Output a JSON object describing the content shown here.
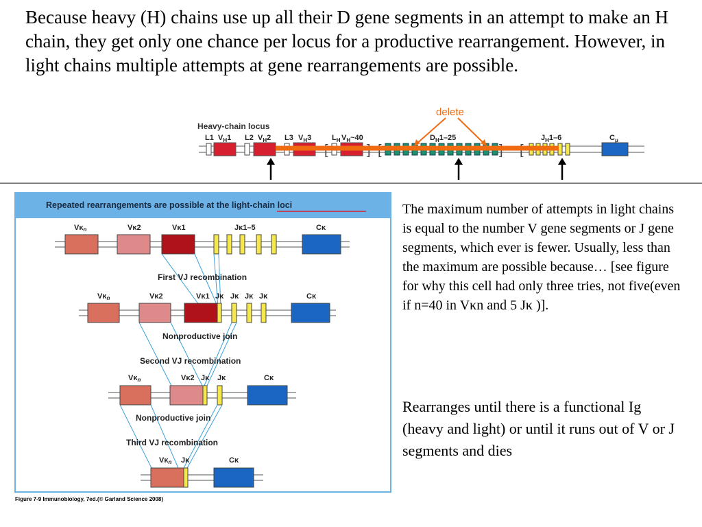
{
  "title": "Because heavy (H) chains use up all their D gene segments in an attempt to make an H chain, they get only one chance per locus for a productive rearrangement.  However, in light chains multiple attempts at gene rearrangements are possible.",
  "side_text_1": "The maximum number of attempts in light chains is equal to the number V gene segments or J gene segments, which ever is fewer.  Usually, less than the maximum are possible because… [see figure for why this cell had only three tries, not five(even if n=40 in Vκn and 5 Jκ )].",
  "side_text_2": "Rearranges until there is a functional Ig (heavy and light) or until it runs out of V or J segments and dies",
  "heavy_locus": {
    "title": "Heavy-chain locus",
    "delete_label": "delete",
    "labels": {
      "l1": "L1",
      "vh1": "V",
      "vh1_sub": "H",
      "vh1_num": "1",
      "l2": "L2",
      "vh2": "V",
      "vh2_sub": "H",
      "vh2_num": "2",
      "l3": "L3",
      "vh3": "V",
      "vh3_sub": "H",
      "vh3_num": "3",
      "lh": "L",
      "lh_sub": "H",
      "vhn": "V",
      "vhn_sub": "H",
      "vhn_num": "~40",
      "dh": "D",
      "dh_sub": "H",
      "dh_num": "1–25",
      "jh": "J",
      "jh_sub": "H",
      "jh_num": "1–6",
      "cmu": "C",
      "cmu_sub": "μ"
    }
  },
  "light_figure": {
    "header": "Repeated rearrangements are possible at the light-chain loci",
    "row1": {
      "vkn": "Vκ",
      "vkn_sub": "n",
      "vk2": "Vκ2",
      "vk1": "Vκ1",
      "jk": "Jκ1–5",
      "ck": "Cκ"
    },
    "step1": "First VJ recombination",
    "row2": {
      "vkn": "Vκ",
      "vkn_sub": "n",
      "vk2": "Vκ2",
      "vk1": "Vκ1",
      "jk_a": "Jκ",
      "jk_b": "Jκ",
      "jk_c": "Jκ",
      "jk_d": "Jκ",
      "ck": "Cκ"
    },
    "step2": "Nonproductive join",
    "step3": "Second VJ recombination",
    "row3": {
      "vkn": "Vκ",
      "vkn_sub": "n",
      "vk2": "Vκ2",
      "jk_a": "Jκ",
      "jk_b": "Jκ",
      "ck": "Cκ"
    },
    "step4": "Nonproductive join",
    "step5": "Third VJ recombination",
    "row4": {
      "vkn": "Vκ",
      "vkn_sub": "n",
      "jk": "Jκ",
      "ck": "Cκ"
    }
  },
  "caption": "Figure 7-9  Immunobiology, 7ed.(© Garland Science 2008)",
  "colors": {
    "v_red": "#d7202f",
    "v_dark": "#b0121a",
    "v_salmon": "#d9705e",
    "v_pink": "#de8a8a",
    "j_yellow": "#f6e84a",
    "d_green": "#1f8f6e",
    "c_blue": "#1a66c2",
    "orange": "#f06a10",
    "header_blue": "#6cb2e6"
  }
}
